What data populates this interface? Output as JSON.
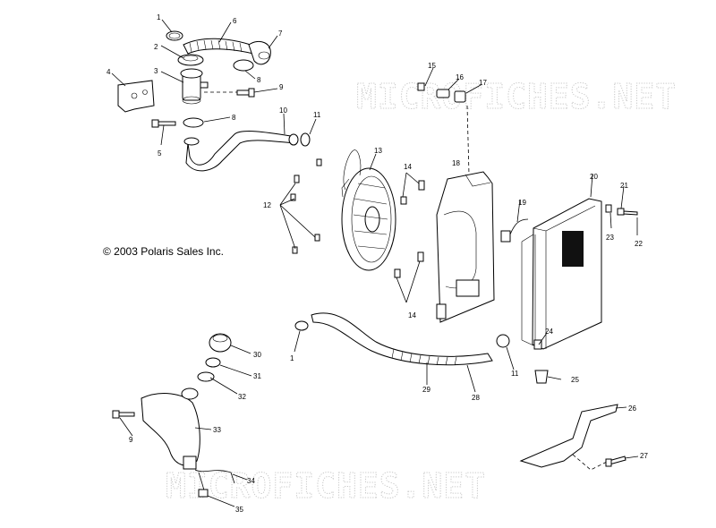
{
  "copyright": "© 2003 Polaris Sales Inc.",
  "watermark_top": "MICROFICHES.NET",
  "watermark_bottom": "MICROFICHES.NET",
  "callouts": [
    {
      "id": "c1a",
      "num": "1"
    },
    {
      "id": "c2",
      "num": "2"
    },
    {
      "id": "c3",
      "num": "3"
    },
    {
      "id": "c4",
      "num": "4"
    },
    {
      "id": "c5",
      "num": "5"
    },
    {
      "id": "c6",
      "num": "6"
    },
    {
      "id": "c7",
      "num": "7"
    },
    {
      "id": "c8a",
      "num": "8"
    },
    {
      "id": "c9a",
      "num": "9"
    },
    {
      "id": "c8b",
      "num": "8"
    },
    {
      "id": "c10",
      "num": "10"
    },
    {
      "id": "c11a",
      "num": "11"
    },
    {
      "id": "c12",
      "num": "12"
    },
    {
      "id": "c13",
      "num": "13"
    },
    {
      "id": "c14a",
      "num": "14"
    },
    {
      "id": "c14b",
      "num": "14"
    },
    {
      "id": "c15",
      "num": "15"
    },
    {
      "id": "c16",
      "num": "16"
    },
    {
      "id": "c17",
      "num": "17"
    },
    {
      "id": "c18",
      "num": "18"
    },
    {
      "id": "c19",
      "num": "19"
    },
    {
      "id": "c20",
      "num": "20"
    },
    {
      "id": "c21",
      "num": "21"
    },
    {
      "id": "c22",
      "num": "22"
    },
    {
      "id": "c23",
      "num": "23"
    },
    {
      "id": "c24",
      "num": "24"
    },
    {
      "id": "c25",
      "num": "25"
    },
    {
      "id": "c26",
      "num": "26"
    },
    {
      "id": "c27",
      "num": "27"
    },
    {
      "id": "c28",
      "num": "28"
    },
    {
      "id": "c29",
      "num": "29"
    },
    {
      "id": "c11b",
      "num": "11"
    },
    {
      "id": "c1b",
      "num": "1"
    },
    {
      "id": "c30",
      "num": "30"
    },
    {
      "id": "c31",
      "num": "31"
    },
    {
      "id": "c32",
      "num": "32"
    },
    {
      "id": "c33",
      "num": "33"
    },
    {
      "id": "c9b",
      "num": "9"
    },
    {
      "id": "c34",
      "num": "34"
    },
    {
      "id": "c35",
      "num": "35"
    }
  ]
}
